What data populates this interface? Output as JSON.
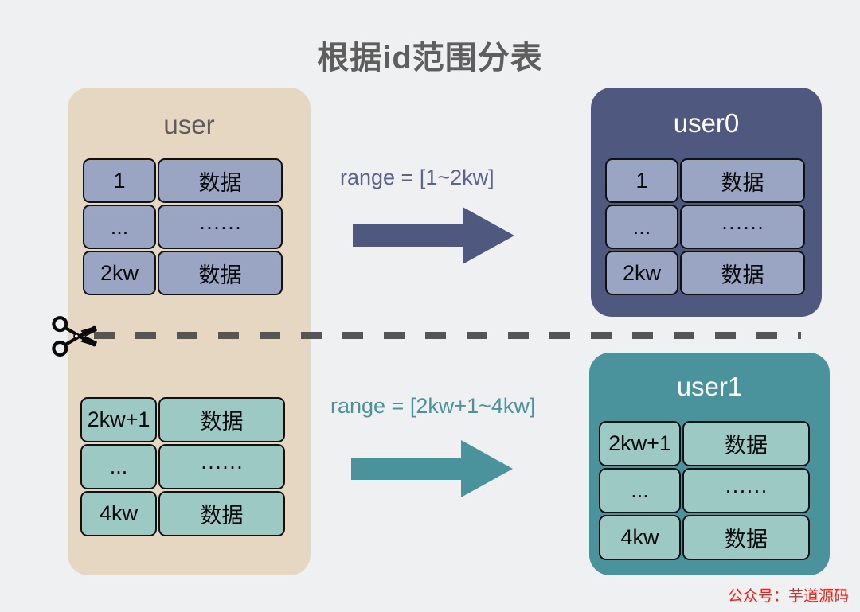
{
  "title": "根据id范围分表",
  "source_panel": {
    "name": "user",
    "top_table": {
      "rows": [
        [
          "1",
          "数据"
        ],
        [
          "...",
          "······"
        ],
        [
          "2kw",
          "数据"
        ]
      ]
    },
    "bottom_table": {
      "rows": [
        [
          "2kw+1",
          "数据"
        ],
        [
          "...",
          "······"
        ],
        [
          "4kw",
          "数据"
        ]
      ]
    }
  },
  "shards": [
    {
      "name": "user0",
      "arrow_label": "range = [1~2kw]",
      "accent": "#4f5980",
      "cell_color": "#9aa5c4",
      "rows": [
        [
          "1",
          "数据"
        ],
        [
          "...",
          "······"
        ],
        [
          "2kw",
          "数据"
        ]
      ]
    },
    {
      "name": "user1",
      "arrow_label": "range = [2kw+1~4kw]",
      "accent": "#4a939c",
      "cell_color": "#9cc9c4",
      "rows": [
        [
          "2kw+1",
          "数据"
        ],
        [
          "...",
          "······"
        ],
        [
          "4kw",
          "数据"
        ]
      ]
    }
  ],
  "cut_line": {
    "icon": "scissors-icon",
    "style": "dashed"
  },
  "watermark": "公众号：芋道源码",
  "colors": {
    "background": "#eff0f2",
    "source_panel": "#e6d7c3",
    "title_text": "#5e5e5e",
    "cut_line": "#555555",
    "watermark": "#fa1e14"
  }
}
